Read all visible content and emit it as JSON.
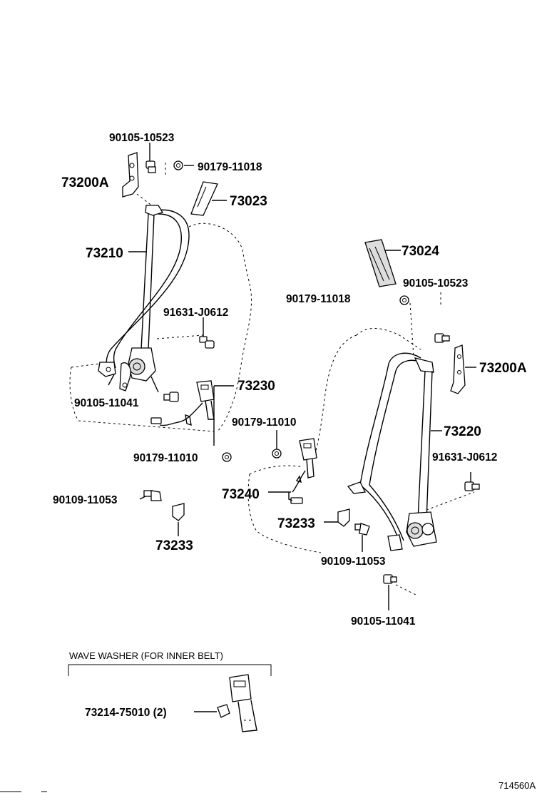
{
  "labels": {
    "top_left_bolt": "90105-10523",
    "top_left_nut": "90179-11018",
    "left_anchor": "73200A",
    "left_cover": "73023",
    "left_belt": "73210",
    "left_bolt_mid": "91631-J0612",
    "left_buckle": "73230",
    "left_bolt_low": "90105-11041",
    "left_nut_low": "90179-11010",
    "left_screw": "90109-11053",
    "left_clip": "73233",
    "right_cover": "73024",
    "right_bolt_top": "90105-10523",
    "right_nut_top": "90179-11018",
    "right_anchor": "73200A",
    "right_belt": "73220",
    "right_bolt_mid": "91631-J0612",
    "right_nut_low": "90179-11010",
    "right_buckle": "73240",
    "right_clip": "73233",
    "right_screw": "90109-11053",
    "right_bolt_low": "90105-11041",
    "washer_title": "WAVE WASHER (FOR INNER BELT)",
    "washer_part": "73214-75010 (2)",
    "figure_code": "714560A"
  }
}
